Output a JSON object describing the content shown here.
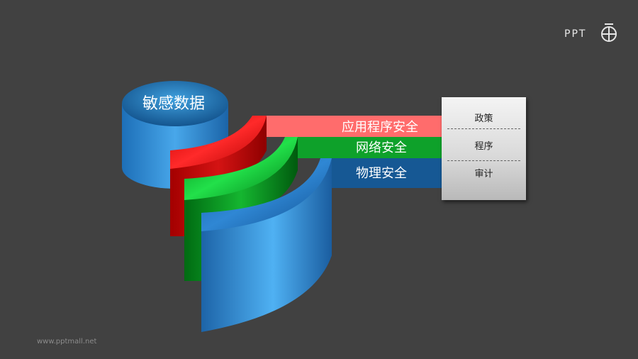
{
  "title": "敏感数据",
  "layers": [
    {
      "label": "应用程序安全",
      "color": "#ff6a6a"
    },
    {
      "label": "网络安全",
      "color": "#0ea12a"
    },
    {
      "label": "物理安全",
      "color": "#1a5a9c"
    }
  ],
  "panel": {
    "items": [
      "政策",
      "程序",
      "审计"
    ]
  },
  "brand": "PPT",
  "watermark": "www.pptmall.net"
}
